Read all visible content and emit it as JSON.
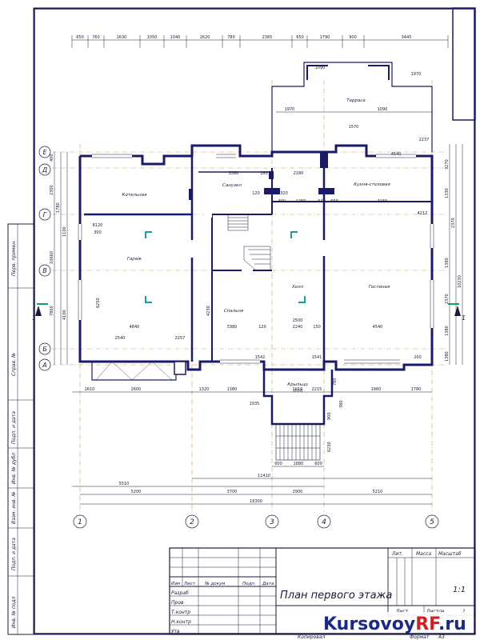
{
  "title_block": {
    "sheet_title": "План первого этажа",
    "cols": {
      "izm": "Изм",
      "list": "Лист",
      "ndokum": "№ докум",
      "podp": "Подп.",
      "data": "Дата"
    },
    "rows": [
      "Разраб",
      "Пров",
      "Т.контр",
      "Н.контр",
      "Утв"
    ],
    "lit_label": "Лит.",
    "massa_label": "Масса",
    "masshtab_label": "Масштаб",
    "masshtab_value": "1:1",
    "list_label": "Лист",
    "listov_label": "Листов",
    "listov_value": "1",
    "kopiroval": "Копировал",
    "format": "Формат",
    "format_value": "А3"
  },
  "side_stamp": [
    "Инв. № подл",
    "Подп. и дата",
    "Взам. инв. №",
    "Инв. № дубл",
    "Подп. и дата",
    "Справ. №",
    "Перв. примен."
  ],
  "rooms": {
    "kotelnaya": "Котельная",
    "sanuzel": "Санузел",
    "kuhnya": "Кухня-столовая",
    "terrasa": "Терраса",
    "garazh": "Гараж",
    "holl": "Холл",
    "spalnya": "Спальня",
    "gostinaya": "Гостиная",
    "kryltso": "Крыльцо"
  },
  "axes_letters": [
    "Е",
    "Д",
    "Г",
    "В",
    "Б",
    "А"
  ],
  "axes_numbers": [
    "1",
    "2",
    "3",
    "4",
    "5"
  ],
  "section_mark": "1",
  "dims_top": [
    "650",
    "760",
    "1630",
    "1050",
    "1040",
    "1620",
    "780",
    "2365",
    "650",
    "1790",
    "900",
    "3445"
  ],
  "dims_bottom1": [
    "1610",
    "2600",
    "1320",
    "1380",
    "1935",
    "1010",
    "2215",
    "1960",
    "1780"
  ],
  "dims_bottom2": [
    "5510",
    "11410"
  ],
  "dims_bottom3": [
    "5200",
    "3700",
    "2900",
    "5210"
  ],
  "dims_total": "16300",
  "dims_left": [
    "400",
    "2300",
    "1780",
    "1100",
    "4100",
    "10660",
    "7860"
  ],
  "dims_right": [
    "3270",
    "1330",
    "1380",
    "10230",
    "2370",
    "1380",
    "1380",
    "2370"
  ],
  "inner_dims": [
    "1090",
    "1970",
    "1970",
    "1090",
    "1570",
    "2237",
    "4540",
    "3380",
    "2180",
    "160",
    "320",
    "120",
    "400",
    "640",
    "690",
    "1260",
    "3160",
    "4840",
    "3380",
    "4540",
    "2500",
    "2240",
    "120",
    "150",
    "6250",
    "4230",
    "2257",
    "1542",
    "1541",
    "1010",
    "600",
    "1880",
    "600",
    "6230",
    "900",
    "380",
    "780",
    "200",
    "8120",
    "300",
    "4212",
    "2540"
  ],
  "logo": {
    "k": "Kursovoy",
    "rf": "RF",
    "dot": ".ru"
  }
}
